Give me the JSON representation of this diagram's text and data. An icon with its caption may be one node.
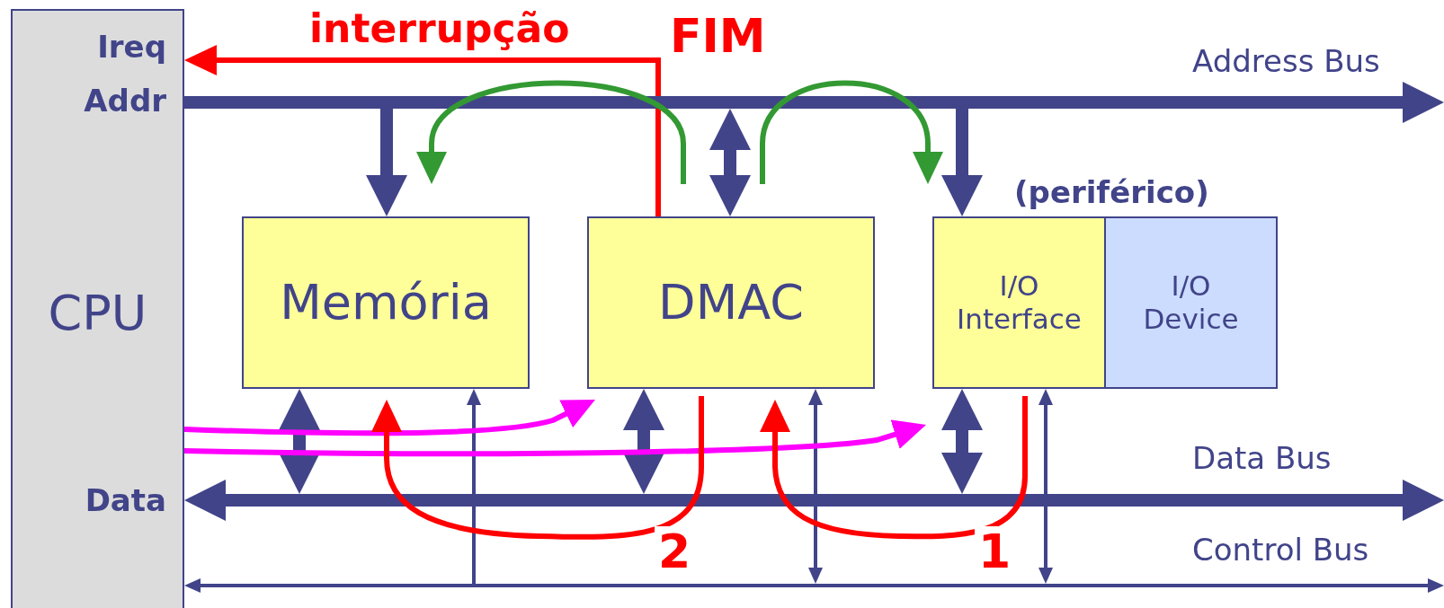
{
  "diagram": {
    "nodes": [
      {
        "text": [
          "Ireq",
          "Addr",
          "CPU",
          "Data"
        ]
      },
      {
        "text": [
          "Memória"
        ]
      },
      {
        "text": [
          "DMAC"
        ]
      },
      {
        "text": [
          "I/O Interface"
        ]
      },
      {
        "text": [
          "I/O Device"
        ]
      }
    ],
    "edges": [
      {
        "from": 2,
        "to": 0,
        "arrow": "to",
        "color": "#ff0000",
        "label": "interrupção"
      },
      {
        "from": 0,
        "to": null,
        "arrow": "to",
        "style": "thick"
      },
      {
        "from": null,
        "to": 1,
        "arrow": "to",
        "style": "thick"
      },
      {
        "from": null,
        "to": 2,
        "arrow": "both",
        "style": "thick"
      },
      {
        "from": null,
        "to": 3,
        "arrow": "to",
        "style": "thick"
      },
      {
        "from": 0,
        "to": null,
        "arrow": "both",
        "style": "thick"
      },
      {
        "from": 1,
        "to": null,
        "arrow": "both",
        "style": "thick"
      },
      {
        "from": 2,
        "to": null,
        "arrow": "both",
        "style": "thick"
      },
      {
        "from": 3,
        "to": null,
        "arrow": "both",
        "style": "thick"
      },
      {
        "from": 0,
        "to": null,
        "arrow": "both"
      },
      {
        "from": null,
        "to": 1,
        "arrow": "to"
      },
      {
        "from": 2,
        "to": null,
        "arrow": "both"
      },
      {
        "from": 3,
        "to": null,
        "arrow": "both"
      },
      {
        "from": 2,
        "to": 1,
        "arrow": "to",
        "color": "#339933"
      },
      {
        "from": 2,
        "to": 3,
        "arrow": "to",
        "color": "#339933"
      },
      {
        "from": 0,
        "to": 2,
        "arrow": "to",
        "color": "#ff00ff"
      },
      {
        "from": 0,
        "to": 3,
        "arrow": "to",
        "color": "#ff00ff"
      },
      {
        "from": 3,
        "to": 2,
        "arrow": "to",
        "color": "#ff0000",
        "label": "1"
      },
      {
        "from": 2,
        "to": 1,
        "arrow": "to",
        "color": "#ff0000",
        "label": "2"
      }
    ],
    "labels": [
      "FIM",
      "(periférico)",
      "Address Bus",
      "Data Bus",
      "Control Bus"
    ]
  }
}
